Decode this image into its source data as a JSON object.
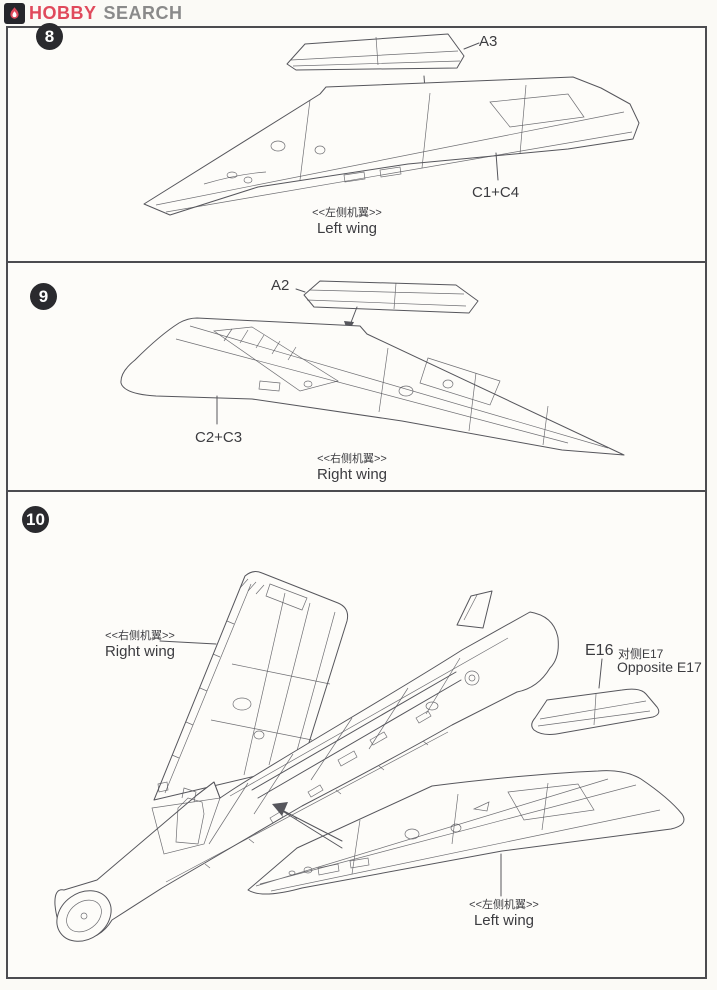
{
  "header": {
    "brand_primary": "HOBBY",
    "brand_secondary": "SEARCH",
    "icon": "flame-icon"
  },
  "colors": {
    "brand_primary": "#e04a5c",
    "brand_secondary": "#8a8a8a",
    "line": "#56565c",
    "badge_bg": "#2a2a2e",
    "badge_fg": "#ffffff"
  },
  "steps": {
    "s8": {
      "number": "8",
      "top_part": "A3",
      "main_part": "C1+C4",
      "caption_zh": "<<左侧机翼>>",
      "caption_en": "Left wing"
    },
    "s9": {
      "number": "9",
      "top_part": "A2",
      "main_part": "C2+C3",
      "caption_zh": "<<右侧机翼>>",
      "caption_en": "Right wing"
    },
    "s10": {
      "number": "10",
      "right_wing_zh": "<<右侧机翼>>",
      "right_wing_en": "Right wing",
      "part": "E16",
      "part_zh": "对侧E17",
      "part_en": "Opposite E17",
      "left_wing_zh": "<<左侧机翼>>",
      "left_wing_en": "Left wing"
    }
  }
}
